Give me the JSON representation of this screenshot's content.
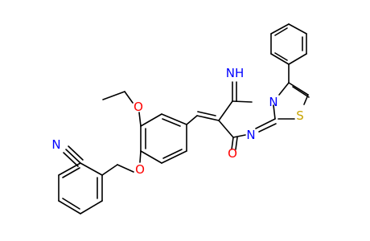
{
  "molecule": {
    "atoms": {
      "imine_n": "NH",
      "ring_n": "N",
      "sulfur": "S",
      "ring_n2": "N",
      "carbonyl_o": "O",
      "ether_o_ethoxy": "O",
      "ether_o_benzyl": "O",
      "nitrile_n": "N"
    }
  },
  "colors": {
    "bond": "#000000",
    "nitrogen": "#0000ff",
    "oxygen": "#ff0000",
    "sulfur": "#c8a400",
    "background": "#ffffff"
  }
}
